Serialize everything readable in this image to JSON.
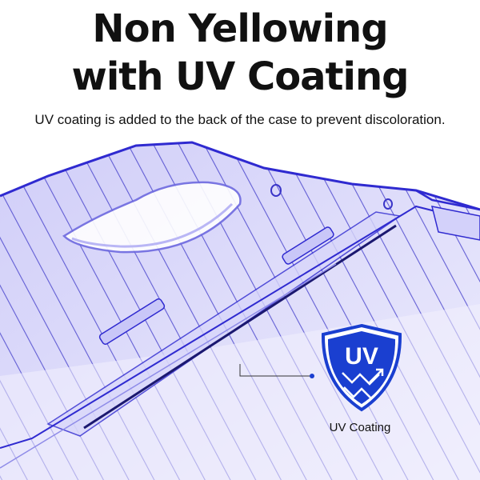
{
  "headline": {
    "line1": "Non Yellowing",
    "line2": "with UV Coating"
  },
  "subtitle": "UV coating is added to the back of the case to prevent discoloration.",
  "badge": {
    "text": "UV",
    "label": "UV Coating",
    "icon": "uv-shield-icon"
  },
  "colors": {
    "case_tint": "#b9b6f5",
    "case_stripe": "#3a35c8",
    "case_edge": "#2f2ad0",
    "badge_blue": "#1a3fd0"
  }
}
